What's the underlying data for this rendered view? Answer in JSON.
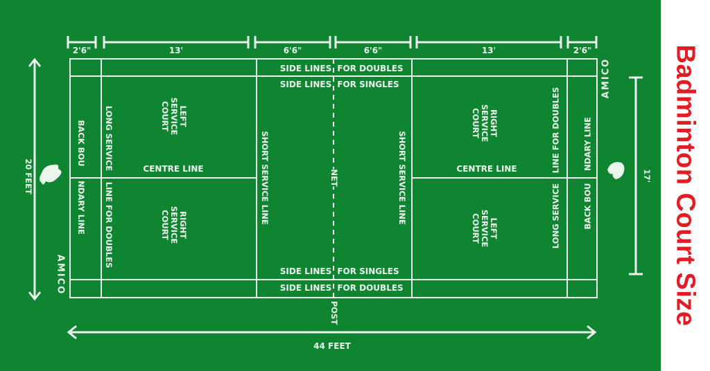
{
  "title": "Badminton Court Size",
  "colors": {
    "field": "#0f8431",
    "lines": "#eaf5ec",
    "title": "#e31b23",
    "sidebar": "#ffffff"
  },
  "dimensions": {
    "top_segments": [
      "2'6\"",
      "13'",
      "6'6\"",
      "6'6\"",
      "13'",
      "2'6\""
    ],
    "total_length": "44 FEET",
    "total_width_doubles": "20 FEET",
    "width_singles": "17'"
  },
  "court_labels": {
    "side_lines_doubles_left": "SIDE LINES",
    "side_lines_doubles_right": "FOR DOUBLES",
    "side_lines_singles_left": "SIDE LINES",
    "side_lines_singles_right": "FOR SINGLES",
    "back_boundary_a": "BACK BOU",
    "back_boundary_b": "NDARY LINE",
    "long_service_a": "LONG SERVICE",
    "long_service_b": "LINE FOR DOUBLES",
    "short_service_line": "SHORT SERVICE LINE",
    "centre_line": "CENTRE LINE",
    "net": "NET",
    "post": "POST",
    "left_court": {
      "line1": "LEFT",
      "line2": "SERVICE",
      "line3": "COURT"
    },
    "right_court": {
      "line1": "RIGHT",
      "line2": "SERVICE",
      "line3": "COURT"
    }
  },
  "brand": "AMICO",
  "icons": [
    "mascot-logo-icon"
  ]
}
